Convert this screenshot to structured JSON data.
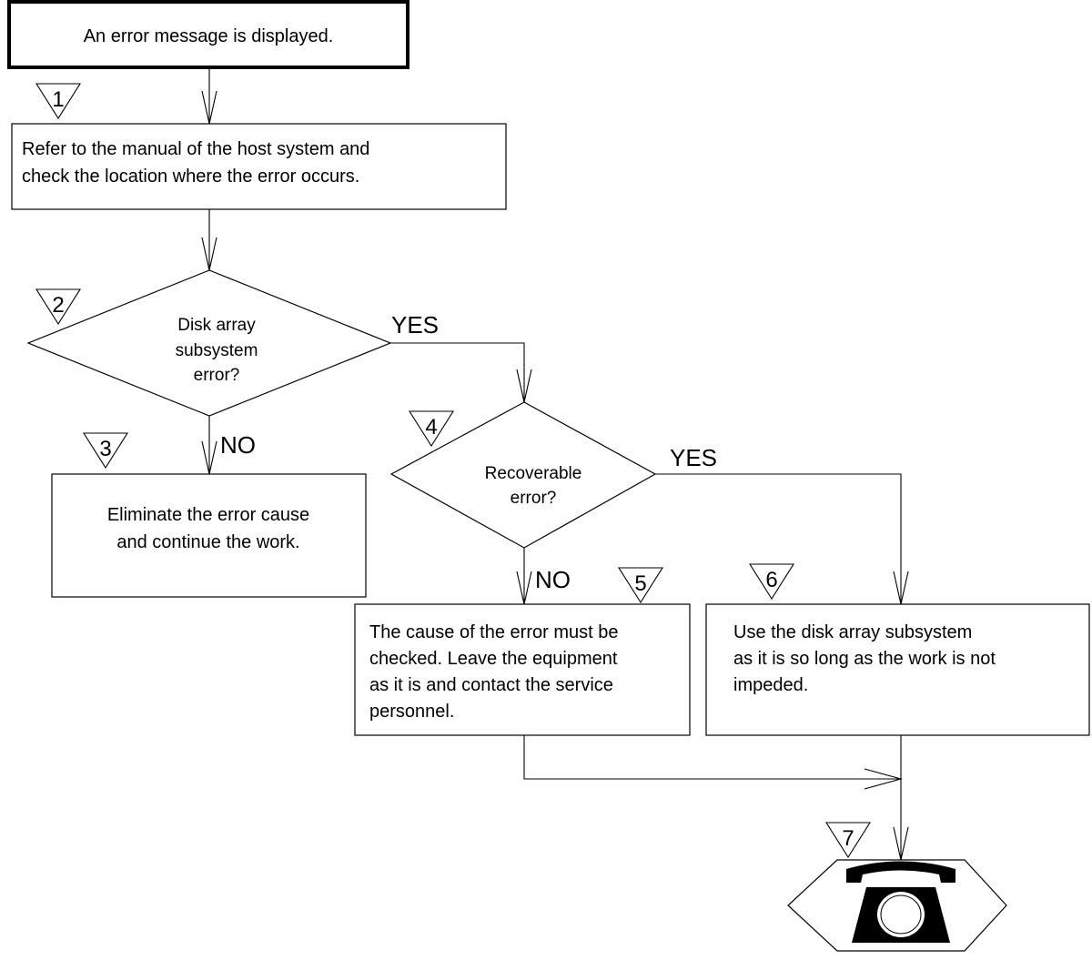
{
  "nodes": {
    "start": {
      "text": "An error message is displayed."
    },
    "check_host": {
      "lines": [
        "Refer to the manual of the host system and",
        "check the location where the error occurs."
      ]
    },
    "decision_disk": {
      "lines": [
        "Disk array",
        "subsystem",
        "error?"
      ]
    },
    "eliminate": {
      "lines": [
        "Eliminate the error cause",
        "and continue the work."
      ]
    },
    "decision_recoverable": {
      "lines": [
        "Recoverable",
        "error?"
      ]
    },
    "contact_service": {
      "lines": [
        "The cause of the error must be",
        "checked.  Leave the equipment",
        "as it is and contact the service",
        "personnel."
      ]
    },
    "use_as_is": {
      "lines": [
        "Use the disk array subsystem",
        "as it is so long as the work is not",
        "impeded."
      ]
    },
    "phone": {
      "icon": "telephone-icon"
    }
  },
  "branches": {
    "disk_yes": "YES",
    "disk_no": "NO",
    "recoverable_yes": "YES",
    "recoverable_no": "NO"
  },
  "steps": {
    "s1": "1",
    "s2": "2",
    "s3": "3",
    "s4": "4",
    "s5": "5",
    "s6": "6",
    "s7": "7"
  }
}
